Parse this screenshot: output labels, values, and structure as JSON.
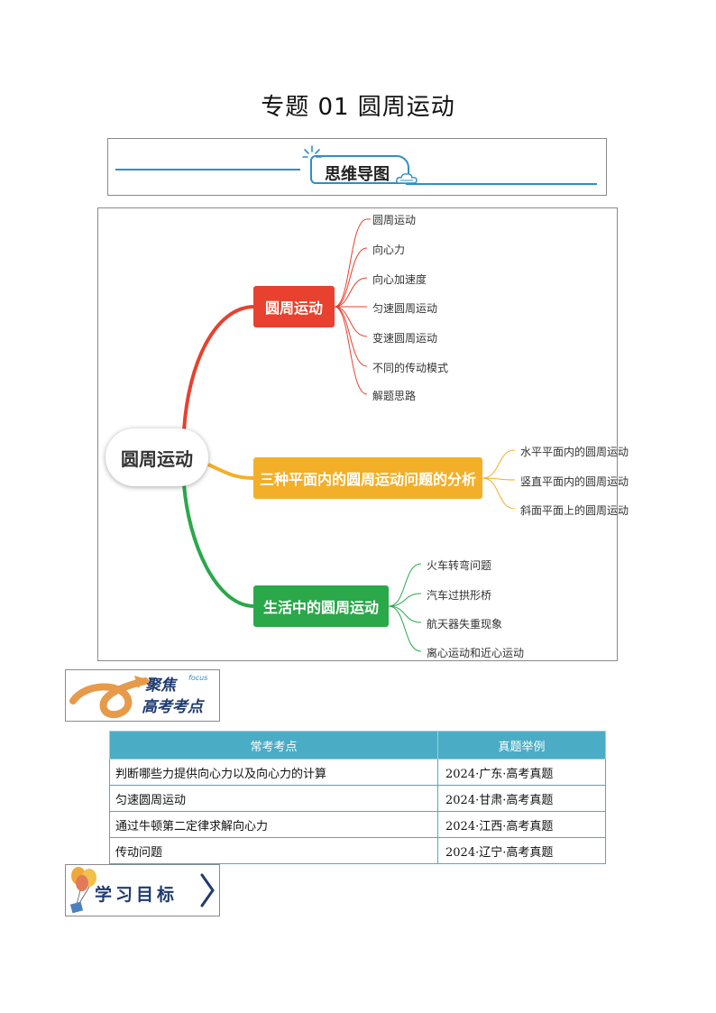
{
  "title": "专题 01  圆周运动",
  "banner": {
    "label": "思维导图"
  },
  "mindmap": {
    "center": "圆周运动",
    "branches": [
      {
        "label": "圆周运动",
        "color": "#e8412f",
        "leaves": [
          "圆周运动",
          "向心力",
          "向心加速度",
          "匀速圆周运动",
          "变速圆周运动",
          "不同的传动模式",
          "解题思路"
        ]
      },
      {
        "label": "三种平面内的圆周运动问题的分析",
        "color": "#f3af27",
        "leaves": [
          "水平平面内的圆周运动",
          "竖直平面内的圆周运动",
          "斜面平面上的圆周运动"
        ]
      },
      {
        "label": "生活中的圆周运动",
        "color": "#2aa84a",
        "leaves": [
          "火车转弯问题",
          "汽车过拱形桥",
          "航天器失重现象",
          "离心运动和近心运动"
        ]
      }
    ]
  },
  "focus_badge": {
    "line1": "聚焦",
    "line2": "高考考点",
    "small": "focus"
  },
  "table": {
    "headers": [
      "常考考点",
      "真题举例"
    ],
    "rows": [
      [
        "判断哪些力提供向心力以及向心力的计算",
        "2024·广东·高考真题"
      ],
      [
        "匀速圆周运动",
        "2024·甘肃·高考真题"
      ],
      [
        "通过牛顿第二定律求解向心力",
        "2024·江西·高考真题"
      ],
      [
        "传动问题",
        "2024·辽宁·高考真题"
      ]
    ]
  },
  "goal_badge": {
    "label": "学习目标"
  },
  "colors": {
    "accent": "#2e8fc5",
    "table_header": "#4bacc6"
  }
}
